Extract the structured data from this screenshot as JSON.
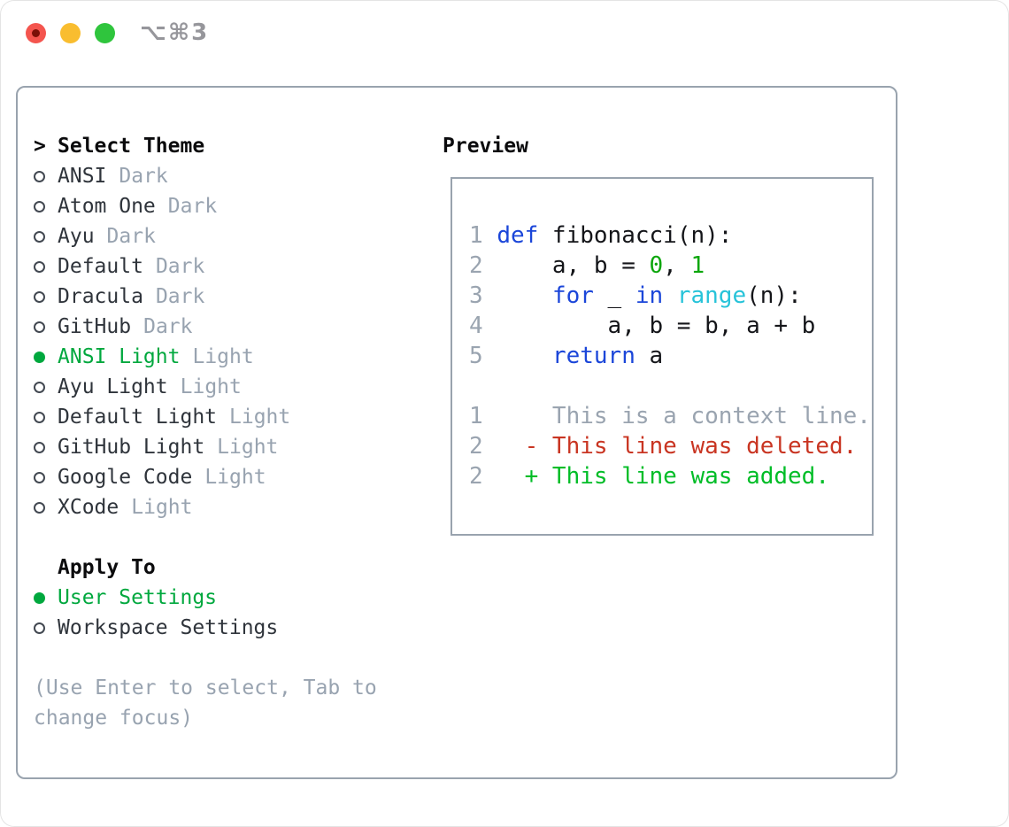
{
  "titlebar": {
    "title": "⌥⌘3"
  },
  "colors": {
    "keyword": "#1b46d9",
    "builtin": "#27c3d9",
    "number": "#0ba60b",
    "code_text": "#141519",
    "context": "#9aa4b0",
    "deleted": "#c93522",
    "added": "#00bd27",
    "lineno": "#9aa4b0",
    "selected": "#00a83e",
    "tag": "#98a3b0"
  },
  "theme_select": {
    "cursor": ">",
    "title": "Select Theme",
    "items": [
      {
        "label": "ANSI",
        "tag": "Dark",
        "selected": false
      },
      {
        "label": "Atom One",
        "tag": "Dark",
        "selected": false
      },
      {
        "label": "Ayu",
        "tag": "Dark",
        "selected": false
      },
      {
        "label": "Default",
        "tag": "Dark",
        "selected": false
      },
      {
        "label": "Dracula",
        "tag": "Dark",
        "selected": false
      },
      {
        "label": "GitHub",
        "tag": "Dark",
        "selected": false
      },
      {
        "label": "ANSI Light",
        "tag": "Light",
        "selected": true
      },
      {
        "label": "Ayu Light",
        "tag": "Light",
        "selected": false
      },
      {
        "label": "Default Light",
        "tag": "Light",
        "selected": false
      },
      {
        "label": "GitHub Light",
        "tag": "Light",
        "selected": false
      },
      {
        "label": "Google Code",
        "tag": "Light",
        "selected": false
      },
      {
        "label": "XCode",
        "tag": "Light",
        "selected": false
      }
    ]
  },
  "apply_to": {
    "title": "Apply To",
    "items": [
      {
        "label": "User Settings",
        "selected": true
      },
      {
        "label": "Workspace Settings",
        "selected": false
      }
    ]
  },
  "help_lines": [
    "(Use Enter to select, Tab to",
    "change focus)"
  ],
  "preview": {
    "title": "Preview",
    "lines": [
      {
        "num": "1",
        "tokens": [
          {
            "t": "def",
            "c": "keyword"
          },
          {
            "t": " fibonacci(n):",
            "c": "code_text"
          }
        ]
      },
      {
        "num": "2",
        "tokens": [
          {
            "t": "    a, b = ",
            "c": "code_text"
          },
          {
            "t": "0",
            "c": "number"
          },
          {
            "t": ", ",
            "c": "code_text"
          },
          {
            "t": "1",
            "c": "number"
          }
        ]
      },
      {
        "num": "3",
        "tokens": [
          {
            "t": "    ",
            "c": "code_text"
          },
          {
            "t": "for",
            "c": "keyword"
          },
          {
            "t": " _ ",
            "c": "code_text"
          },
          {
            "t": "in",
            "c": "keyword"
          },
          {
            "t": " ",
            "c": "code_text"
          },
          {
            "t": "range",
            "c": "builtin"
          },
          {
            "t": "(n):",
            "c": "code_text"
          }
        ]
      },
      {
        "num": "4",
        "tokens": [
          {
            "t": "        a, b = b, a + b",
            "c": "code_text"
          }
        ]
      },
      {
        "num": "5",
        "tokens": [
          {
            "t": "    ",
            "c": "code_text"
          },
          {
            "t": "return",
            "c": "keyword"
          },
          {
            "t": " a",
            "c": "code_text"
          }
        ]
      },
      {
        "num": "",
        "tokens": []
      },
      {
        "num": "1",
        "tokens": [
          {
            "t": "    This is a context line.",
            "c": "context"
          }
        ]
      },
      {
        "num": "2",
        "tokens": [
          {
            "t": "  - This line was deleted.",
            "c": "deleted"
          }
        ]
      },
      {
        "num": "2",
        "tokens": [
          {
            "t": "  + This line was added.",
            "c": "added"
          }
        ]
      }
    ]
  }
}
